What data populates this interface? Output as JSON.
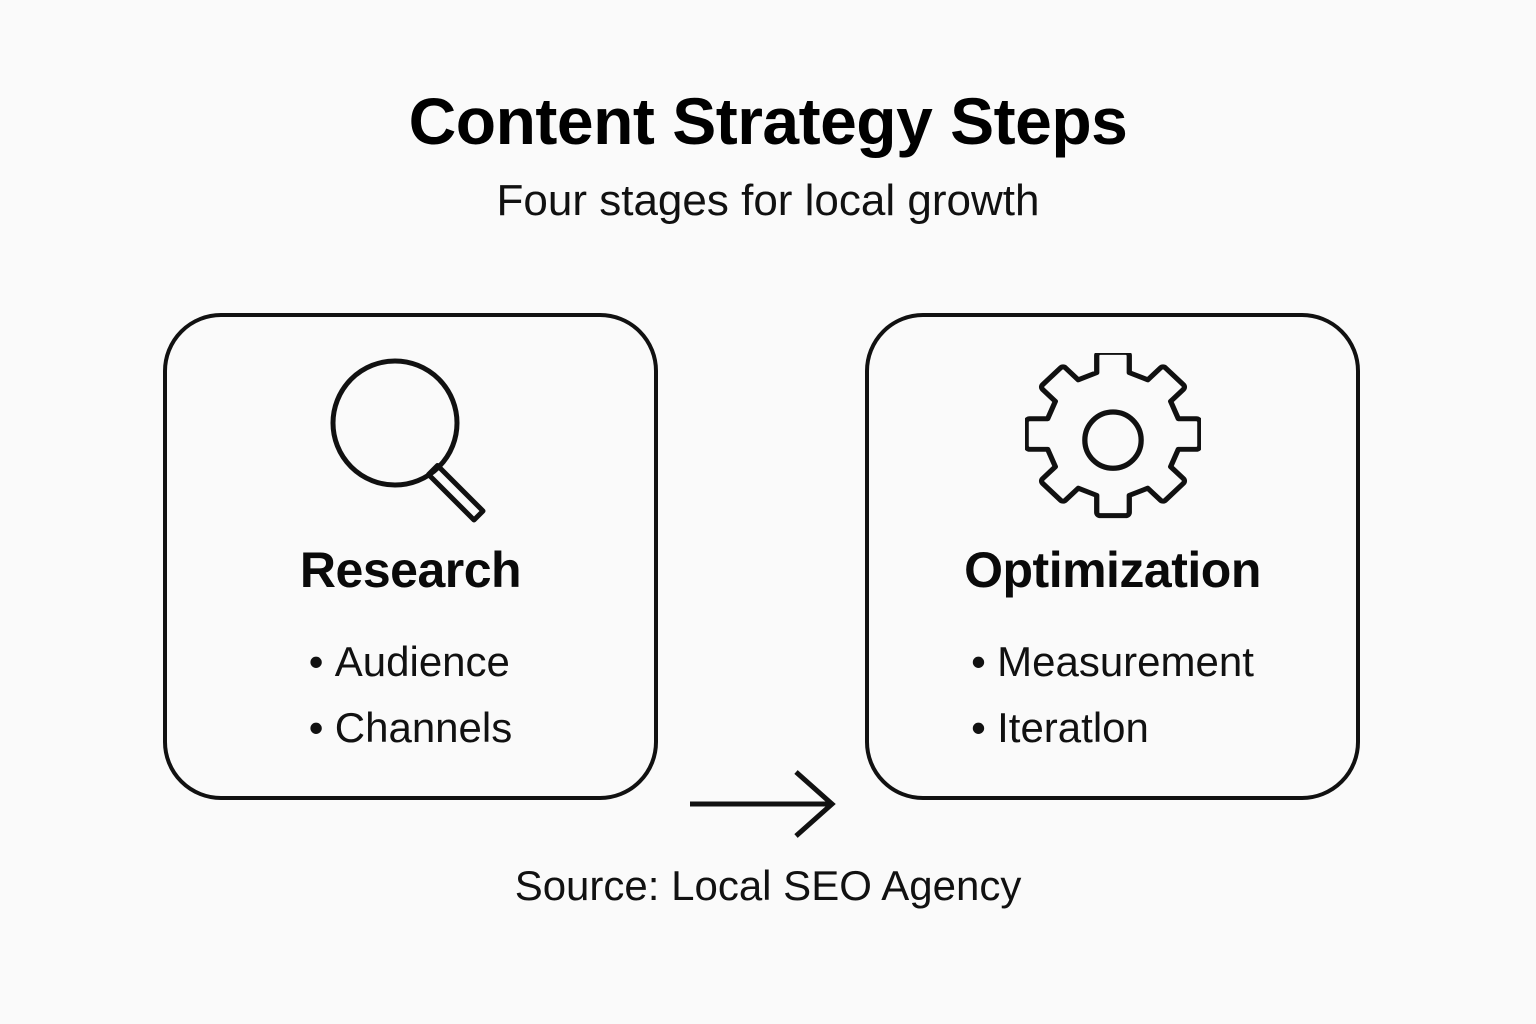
{
  "header": {
    "title": "Content Strategy Steps",
    "subtitle": "Four stages for local growth"
  },
  "steps": [
    {
      "icon": "magnifier-icon",
      "heading": "Research",
      "bullet_marker": "•",
      "bullets": [
        "Audience",
        "Channels"
      ]
    },
    {
      "icon": "gear-icon",
      "heading": "Optimization",
      "bullet_marker": "•",
      "bullets": [
        "Measurement",
        "Iteratlon"
      ]
    }
  ],
  "connector": {
    "icon": "arrow-right-icon"
  },
  "footer": {
    "source": "Source: Local SEO Agency"
  },
  "colors": {
    "background": "#fafafa",
    "stroke": "#111111",
    "text": "#0d0d0d"
  }
}
